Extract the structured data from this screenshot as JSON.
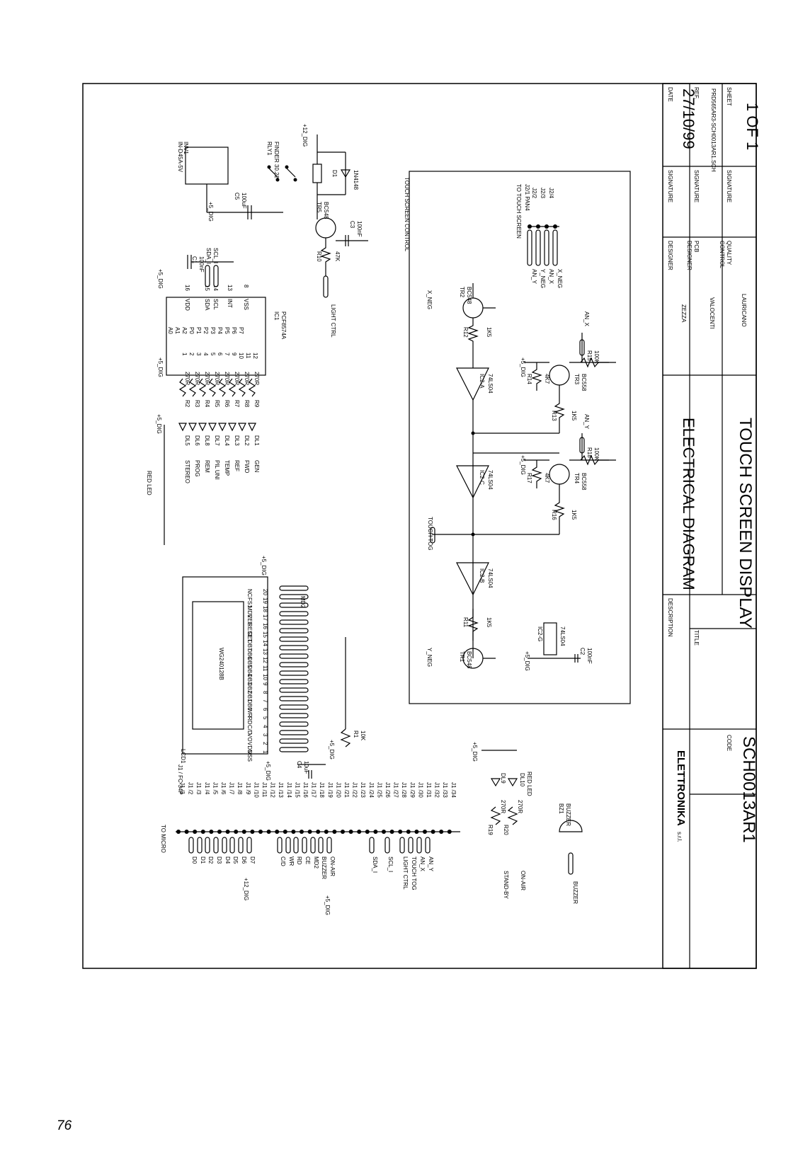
{
  "title_block": {
    "headers": {
      "date": "DATE",
      "ref": "REF.",
      "sheet": "SHEET",
      "signature": "SIGNATURE",
      "designer": "DESIGNER",
      "pcb": "PCB",
      "quality": "QUALITY",
      "control": "CONTROL",
      "description": "DESCRIPTION",
      "title": "TITLE",
      "code": "CODE"
    },
    "date": "27/10/99",
    "ref": "PRD565AR3-SCH0013AR1.SCH",
    "sheet": "1 OF 1",
    "designer": "ZEZZA",
    "pcb_designer": "VALOCENTI",
    "quality_control": "LAURICANO",
    "description": "ELECTRICAL DIAGRAM",
    "title": "TOUCH SCREEN DISPLAY",
    "code": "SCH0013AR1",
    "company": "ELETTRONIKA",
    "company_suffix": "s.r.l."
  },
  "connector": {
    "name": "J1 / FC-34P",
    "label": "TO MICRO",
    "pins": [
      "J1 /1",
      "J1 /2",
      "J1 /3",
      "J1 /4",
      "J1 /5",
      "J1 /6",
      "J1 /7",
      "J1 /8",
      "J1 /9",
      "J1 /10",
      "J1 /11",
      "J1 /12",
      "J1 /13",
      "J1 /14",
      "J1 /15",
      "J1 /16",
      "J1 /17",
      "J1 /18",
      "J1 /19",
      "J1 /20",
      "J1 /21",
      "J1 /22",
      "J1 /23",
      "J1 /24",
      "J1 /25",
      "J1 /26",
      "J1 /27",
      "J1 /28",
      "J1 /29",
      "J1 /30",
      "J1 /31",
      "J1 /32",
      "J1 /33",
      "J1 /34"
    ],
    "signals": [
      "D0",
      "D1",
      "D2",
      "D3",
      "D4",
      "D5",
      "D6",
      "D7",
      "C/D",
      "WR",
      "RD",
      "CE",
      "MD2",
      "BUZZER",
      "ON-AIR",
      "SDA_I",
      "SCL_I",
      "LIGHT CTRL",
      "TOUCH TOG",
      "AN_X",
      "AN_Y",
      "STAND-BY"
    ],
    "supplies": [
      "+12_DIG",
      "+5_DIG"
    ]
  },
  "lcd": {
    "ref": "LCD1",
    "model": "WG240128B",
    "pins": [
      "VSS",
      "VDD",
      "VO",
      "C/D",
      "RD",
      "WR",
      "DB0",
      "DB1",
      "DB2",
      "DB3",
      "DB4",
      "DB5",
      "DB6",
      "DB7",
      "CE",
      "RESET",
      "VEE",
      "MD2",
      "FS1",
      "NC"
    ],
    "pin_numbers": [
      "1",
      "2",
      "3",
      "4",
      "5",
      "6",
      "7",
      "8",
      "9",
      "10",
      "11",
      "12",
      "13",
      "14",
      "15",
      "16",
      "17",
      "18",
      "19",
      "20"
    ],
    "md2_label": "MD2",
    "supply": "+5_DIG",
    "c4": "C4",
    "c4_value": "10uF",
    "r1": "R1",
    "r1_value": "10K"
  },
  "leds": {
    "title": "RED LED",
    "supply": "+5_DIG",
    "names": [
      "DL5",
      "DL6",
      "DL8",
      "DL7",
      "DL4",
      "DL3",
      "DL2",
      "DL1"
    ],
    "labels": [
      "STEREO",
      "PROG",
      "REM",
      "PIL UNI",
      "TEMP",
      "REF",
      "FWD",
      "GEN"
    ],
    "resistors": [
      "R2",
      "R3",
      "R4",
      "R5",
      "R6",
      "R7",
      "R8",
      "R9"
    ],
    "resistor_value": "270R"
  },
  "pcf": {
    "ref": "IC1",
    "part": "PCF8574A",
    "left_pins": [
      "A0",
      "A1",
      "A2",
      "P0",
      "P1",
      "P2",
      "P3",
      "P4",
      "P5",
      "P6",
      "P7"
    ],
    "left_nums": [
      "1",
      "2",
      "3",
      "4",
      "5",
      "6",
      "7",
      "9",
      "10",
      "11",
      "12"
    ],
    "right_pins": [
      "VDD",
      "SDA",
      "SCL",
      "INT",
      "VSS"
    ],
    "right_nums": [
      "16",
      "15",
      "14",
      "13",
      "8"
    ],
    "supply": "+5_DIG",
    "c1": "C1",
    "c1_value": "100nF",
    "sda": "SDA_I",
    "scl": "SCL_I"
  },
  "relay": {
    "ref": "RLY1",
    "part": "FINDER 30.22",
    "supply": "+12_DIG",
    "diode": "D1",
    "diode_part": "1N4148",
    "transistor": "TR5",
    "transistor_part": "BC548",
    "c3": "C3",
    "c3_value": "100nF",
    "r10": "R10",
    "r10_value": "47K",
    "light_ctrl": "LIGHT CTRL",
    "psu": "IN-D45A-5V",
    "psu_sub": "INV1",
    "c5": "C5",
    "c5_value": "100uF",
    "c5_supply": "+5_DIG"
  },
  "touch": {
    "title": "TOUCH SCREEN CONTROL",
    "to_touch": "TO TOUCH SCREEN",
    "j2": "J2/1 PAN4",
    "j2_pins": [
      "J2/2",
      "J2/3",
      "J2/4"
    ],
    "signals": [
      "AN_Y",
      "Y_NEG",
      "AN_X",
      "X_NEG"
    ],
    "x_neg": "X_NEG",
    "y_neg": "Y_NEG",
    "touch_tog": "TOUCH TOG",
    "an_x": "AN_X",
    "an_y": "AN_Y",
    "tr1": "TR1",
    "tr1_part": "BC548",
    "tr2": "TR2",
    "tr2_part": "BC548",
    "tr3": "TR3",
    "tr3_part": "BC558",
    "tr4": "TR4",
    "tr4_part": "BC558",
    "gates": [
      "IC2-A",
      "IC2-B",
      "IC2-C",
      "IC2-G"
    ],
    "gate_part": "74LS04",
    "resistors": [
      "R11",
      "R12",
      "R13",
      "R14",
      "R15",
      "R16",
      "R17",
      "R18"
    ],
    "res_values": [
      "1K5",
      "1K5",
      "1K5",
      "4K7",
      "100K",
      "1K5",
      "4K7",
      "100K"
    ],
    "c2": "C2",
    "c2_value": "100nF",
    "supply": "+5_DIG"
  },
  "bottom": {
    "supply": "+5_DIG",
    "dl9": "DL9",
    "dl10": "DL10",
    "red_led": "RED LED",
    "r19": "R19",
    "r20": "R20",
    "r_value": "270R",
    "standby": "STAND-BY",
    "onair": "ON-AIR",
    "bz": "BZ1",
    "bz_part": "BUZZER",
    "buzzer": "BUZZER"
  },
  "page_number": "76"
}
